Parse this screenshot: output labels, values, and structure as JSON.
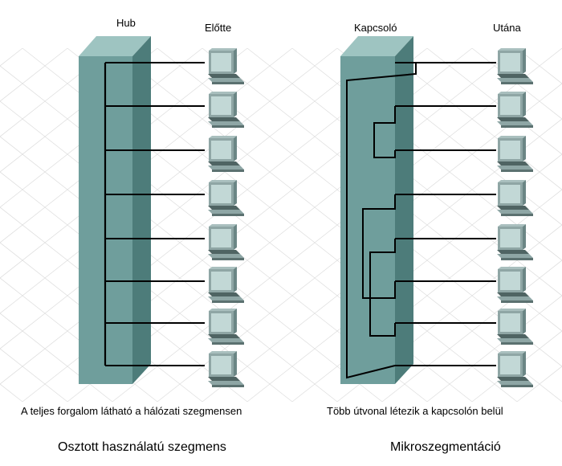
{
  "left": {
    "device_label": "Hub",
    "state_label": "Előtte",
    "caption": "A teljes forgalom látható a hálózati szegmensen",
    "title": "Osztott használatú szegmens"
  },
  "right": {
    "device_label": "Kapcsoló",
    "state_label": "Utána",
    "caption": "Több útvonal létezik a kapcsolón belül",
    "title": "Mikroszegmentáció"
  },
  "colors": {
    "device_front": "#6f9e9c",
    "device_side": "#4d7c7a",
    "device_top": "#9ec4c1",
    "wire": "#000000",
    "grid": "#dddddd"
  },
  "icons": [
    "computer-icon"
  ]
}
